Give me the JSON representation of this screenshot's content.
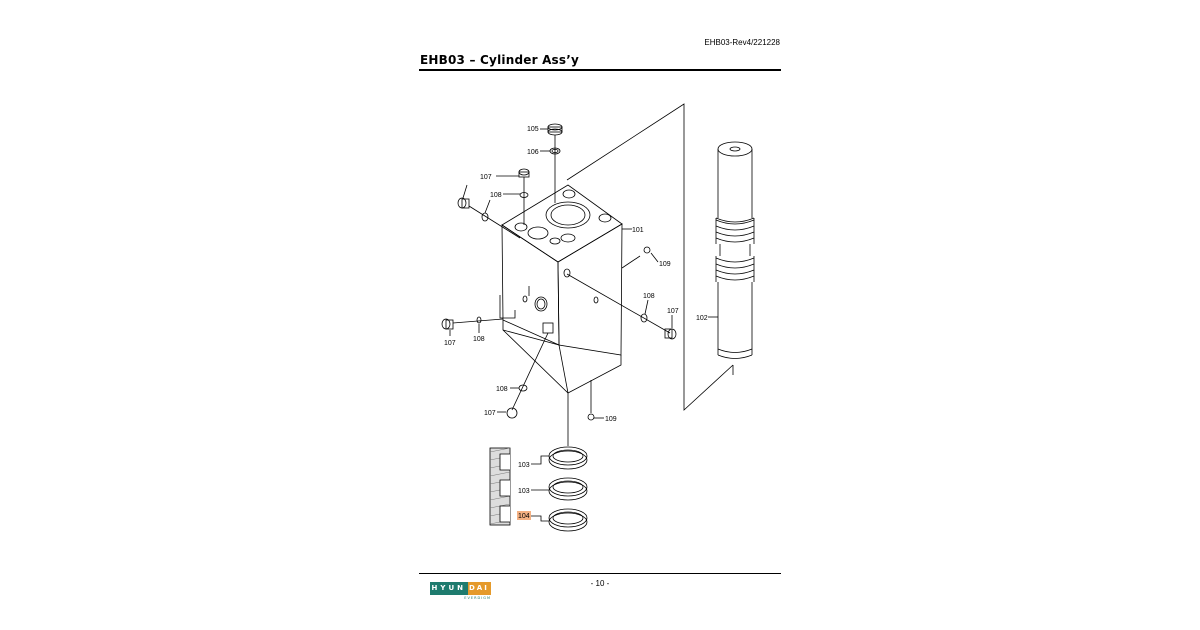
{
  "header": {
    "doc_code": "EHB03-Rev4/221228",
    "title": "EHB03 – Cylinder Ass’y"
  },
  "callouts": {
    "c101": "101",
    "c102": "102",
    "c103a": "103",
    "c103b": "103",
    "c104": "104",
    "c105": "105",
    "c106": "106",
    "c107a": "107",
    "c107b": "107",
    "c107c": "107",
    "c107d": "107",
    "c108a": "108",
    "c108b": "108",
    "c108c": "108",
    "c108d": "108",
    "c109a": "109",
    "c109b": "109"
  },
  "footer": {
    "page_number": "- 10 -",
    "logo_text_left": "HYUN",
    "logo_text_right": "DAI",
    "logo_subtext": "EVERDIGM"
  },
  "colors": {
    "logo_green": "#1e7b6e",
    "logo_orange": "#e59a2b",
    "highlight_104": "#f4b183"
  }
}
